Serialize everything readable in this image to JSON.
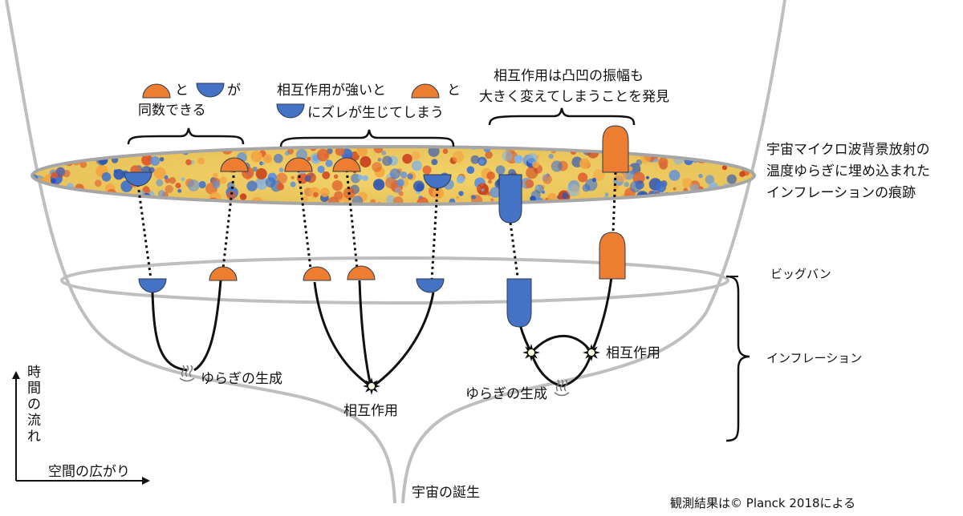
{
  "legend": {
    "left_line1_mid": "と",
    "left_line1_end": "が",
    "left_line2": "同数できる",
    "center_line1": "相互作用が強いと",
    "center_line1_end": "と",
    "center_line2": "にズレが生じてしまう",
    "right_line1": "相互作用は凸凹の振幅も",
    "right_line2": "大きく変えてしまうことを発見"
  },
  "cmb_label": [
    "宇宙マイクロ波背景放射の",
    "温度ゆらぎに埋め込まれた",
    "インフレーションの痕跡"
  ],
  "big_bang": "ビッグバン",
  "inflation": "インフレーション",
  "labels": {
    "fluct_left": "ゆらぎの生成",
    "interaction_center": "相互作用",
    "fluct_right": "ゆらぎの生成",
    "interaction_right": "相互作用",
    "universe_birth": "宇宙の誕生"
  },
  "axes": {
    "time": "時間の流れ",
    "space": "空間の広がり"
  },
  "credit": "観測結果は© Planck 2018による",
  "colors": {
    "orange": "#ed7d31",
    "blue": "#4472c4",
    "funnel": "#bfbfbf"
  }
}
